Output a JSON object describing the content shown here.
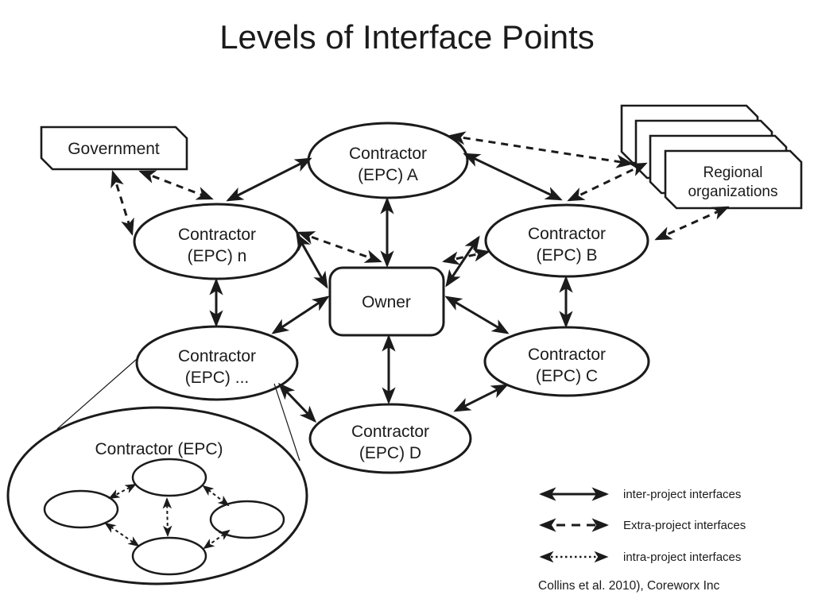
{
  "title": "Levels of Interface Points",
  "nodes": {
    "government": {
      "label": "Government",
      "shape": "plaque"
    },
    "contractor_a": {
      "line1": "Contractor",
      "line2": "(EPC) A",
      "shape": "ellipse"
    },
    "regional_organizations": {
      "line1": "Regional",
      "line2": "organizations",
      "shape": "stacked-plaques",
      "stack_count": 4
    },
    "contractor_n": {
      "line1": "Contractor",
      "line2": "(EPC) n",
      "shape": "ellipse"
    },
    "contractor_b": {
      "line1": "Contractor",
      "line2": "(EPC) B",
      "shape": "ellipse"
    },
    "owner": {
      "label": "Owner",
      "shape": "rounded-rect"
    },
    "contractor_more": {
      "line1": "Contractor",
      "line2": "(EPC) ...",
      "shape": "ellipse"
    },
    "contractor_c": {
      "line1": "Contractor",
      "line2": "(EPC) C",
      "shape": "ellipse"
    },
    "contractor_d": {
      "line1": "Contractor",
      "line2": "(EPC) D",
      "shape": "ellipse"
    },
    "contractor_detail": {
      "label": "Contractor (EPC)",
      "shape": "large-ellipse",
      "subteam_count": 4
    }
  },
  "connections": {
    "inter_project": [
      "Contractor (EPC) n - Contractor (EPC) A",
      "Contractor (EPC) A - Contractor (EPC) B",
      "Contractor (EPC) A - Owner",
      "Contractor (EPC) n - Owner",
      "Contractor (EPC) B - Owner",
      "Contractor (EPC) n - Contractor (EPC) ...",
      "Contractor (EPC) B - Contractor (EPC) C",
      "Owner - Contractor (EPC) ...",
      "Owner - Contractor (EPC) C",
      "Owner - Contractor (EPC) D",
      "Contractor (EPC) ... - Contractor (EPC) D",
      "Contractor (EPC) C - Contractor (EPC) D"
    ],
    "extra_project": [
      "Government - Contractor (EPC) n (left)",
      "Government - Contractor (EPC) n (right)",
      "Contractor (EPC) A - Regional organizations",
      "Contractor (EPC) B - Regional organizations (top)",
      "Contractor (EPC) B - Regional organizations (side)",
      "Contractor (EPC) n - Owner",
      "Contractor (EPC) B - Owner"
    ],
    "intra_project": [
      "subteam top - subteam left",
      "subteam top - subteam bottom",
      "subteam top - subteam right",
      "subteam left - subteam bottom",
      "subteam right - subteam bottom"
    ]
  },
  "legend": {
    "items": [
      {
        "style": "solid",
        "label": "inter-project interfaces"
      },
      {
        "style": "dashed",
        "label": "Extra-project interfaces"
      },
      {
        "style": "dotted",
        "label": "intra-project interfaces"
      }
    ],
    "attribution": "Collins et al. 2010), Coreworx Inc"
  },
  "colors": {
    "ink": "#1b1b1b",
    "background": "#ffffff"
  }
}
